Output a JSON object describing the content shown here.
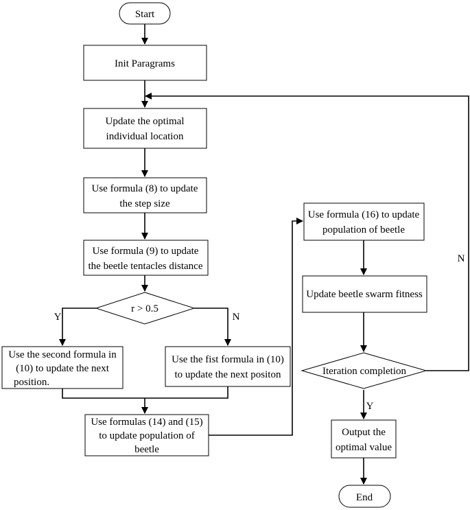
{
  "nodes": {
    "start": "Start",
    "init": "Init Paragrams",
    "update_optimal": [
      "Update the optimal",
      "individual location"
    ],
    "formula8": [
      "Use formula (8) to update",
      "the step size"
    ],
    "formula9": [
      "Use formula (9) to update",
      "the beetle tentacles distance"
    ],
    "decision_r": "r > 0.5",
    "second_formula": [
      "Use the second formula in",
      "(10) to update the next",
      "position."
    ],
    "first_formula": [
      "Use the fist formula in (10)",
      "to update the next positon"
    ],
    "formulas_14_15": [
      "Use formulas (14) and (15)",
      "to update population of",
      "beetle"
    ],
    "formula16": [
      "Use formula (16) to update",
      "population of beetle"
    ],
    "swarm_fitness": "Update beetle swarm fitness",
    "iteration_completion": "Iteration completion",
    "output_optimal": [
      "Output the",
      "optimal value"
    ],
    "end": "End"
  },
  "labels": {
    "yes_r": "Y",
    "no_r": "N",
    "yes_iter": "Y",
    "no_iter": "N"
  }
}
